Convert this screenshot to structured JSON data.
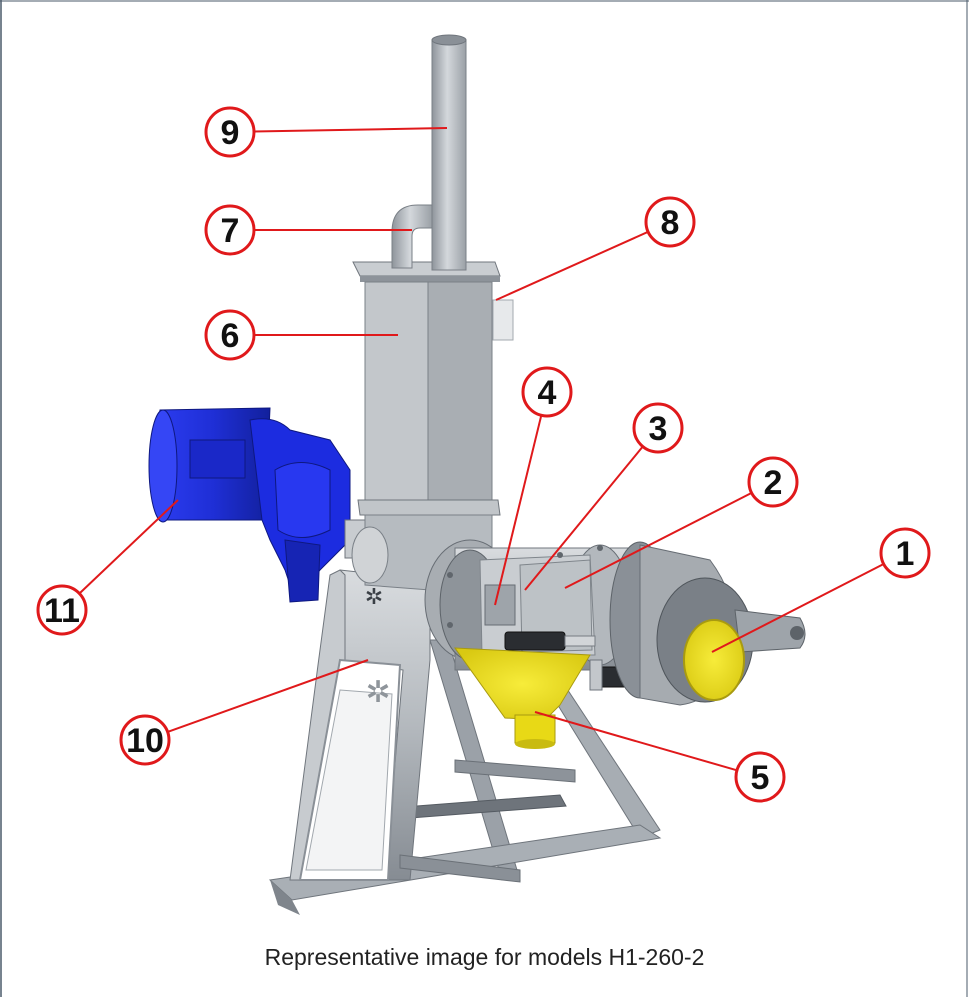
{
  "caption": "Representative image for models H1-260-2",
  "colors": {
    "callout_ring": "#e0191b",
    "leader_line": "#e0191b",
    "steel": "#b9bec4",
    "motor_blue": "#1e2fe0",
    "funnel_yellow": "#f2e21a",
    "frame_border": "#4a5a6a"
  },
  "callouts": [
    {
      "label": "1",
      "part": "yellow-end-cap"
    },
    {
      "label": "2",
      "part": "screen-housing"
    },
    {
      "label": "3",
      "part": "press-cylinder"
    },
    {
      "label": "4",
      "part": "inner-screen"
    },
    {
      "label": "5",
      "part": "solids-outlet-funnel"
    },
    {
      "label": "6",
      "part": "inlet-column"
    },
    {
      "label": "7",
      "part": "bypass-elbow"
    },
    {
      "label": "8",
      "part": "overflow-pipe"
    },
    {
      "label": "9",
      "part": "vent-pipe"
    },
    {
      "label": "10",
      "part": "support-frame"
    },
    {
      "label": "11",
      "part": "gear-motor"
    }
  ]
}
